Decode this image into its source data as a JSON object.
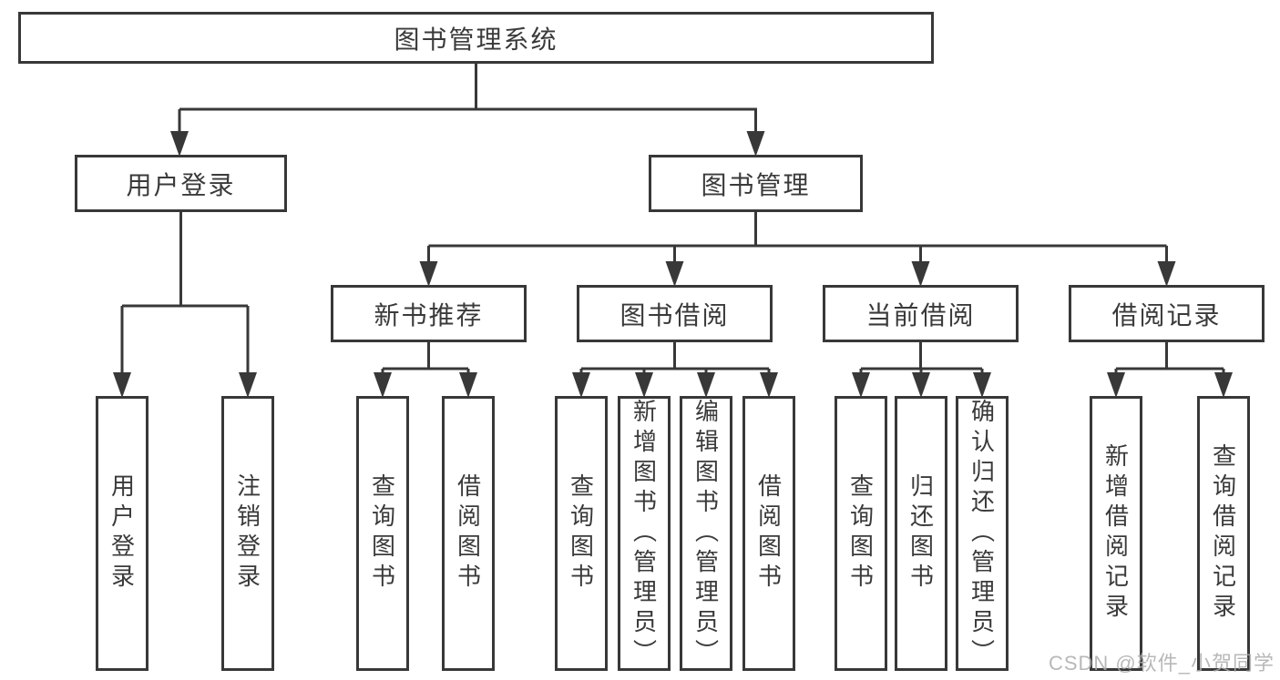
{
  "colors": {
    "line": "#383838",
    "text": "#3a3a3a",
    "box_background": "#ffffff",
    "watermark": "#acacac"
  },
  "watermark": {
    "text": "CSDN @软件_小贺同学"
  },
  "tree": {
    "root": {
      "label": "图书管理系统"
    },
    "branches": [
      {
        "label": "用户登录",
        "children": [
          {
            "label": "用户登录"
          },
          {
            "label": "注销登录"
          }
        ]
      },
      {
        "label": "图书管理",
        "children": [
          {
            "label": "新书推荐",
            "children": [
              {
                "label": "查询图书"
              },
              {
                "label": "借阅图书"
              }
            ]
          },
          {
            "label": "图书借阅",
            "children": [
              {
                "label": "查询图书"
              },
              {
                "label": "新增图书（管理员）"
              },
              {
                "label": "编辑图书（管理员）"
              },
              {
                "label": "借阅图书"
              }
            ]
          },
          {
            "label": "当前借阅",
            "children": [
              {
                "label": "查询图书"
              },
              {
                "label": "归还图书"
              },
              {
                "label": "确认归还（管理员）"
              }
            ]
          },
          {
            "label": "借阅记录",
            "children": [
              {
                "label": "新增借阅记录"
              },
              {
                "label": "查询借阅记录"
              }
            ]
          }
        ]
      }
    ]
  }
}
